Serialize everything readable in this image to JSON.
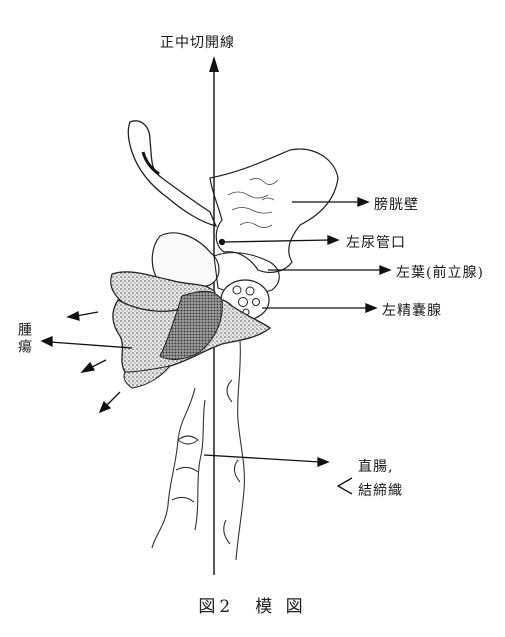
{
  "labels": {
    "midline": "正中切開線",
    "bladder_wall": "膀胱壁",
    "ureter_orifice": "左尿管口",
    "prostate": "左葉(前立腺)",
    "seminal_vesicle": "左精嚢腺",
    "tumor": "腫瘍",
    "rectum_line1": "直腸,",
    "rectum_line2": "結締織"
  },
  "caption": "図2　模 図"
}
